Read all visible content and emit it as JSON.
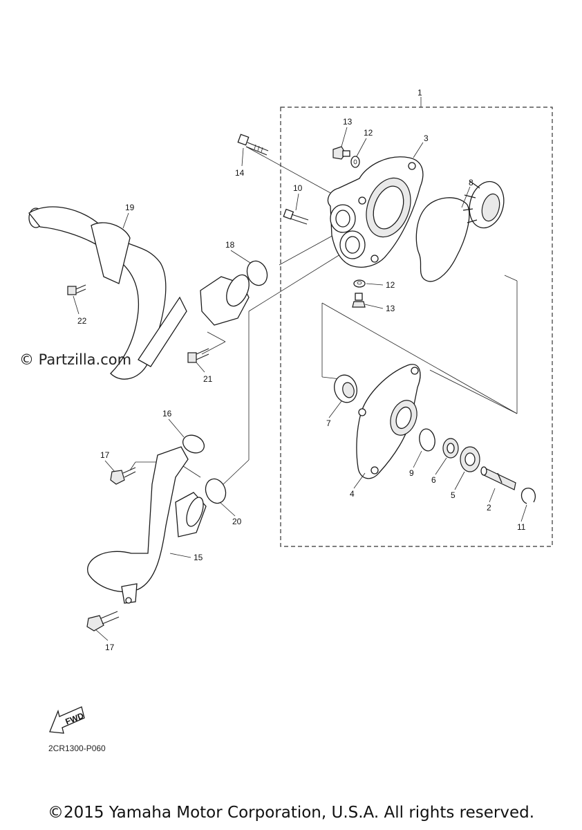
{
  "watermark": "© Partzilla.com",
  "diagram_code": "2CR1300-P060",
  "fwd_label": "FWD",
  "copyright": "©2015 Yamaha Motor Corporation, U.S.A. All rights reserved.",
  "callouts": {
    "c1": "1",
    "c2": "2",
    "c3": "3",
    "c4": "4",
    "c5": "5",
    "c6": "6",
    "c7": "7",
    "c8": "8",
    "c9": "9",
    "c10": "10",
    "c11": "11",
    "c12a": "12",
    "c12b": "12",
    "c13a": "13",
    "c13b": "13",
    "c14": "14",
    "c15": "15",
    "c16": "16",
    "c17a": "17",
    "c17b": "17",
    "c18": "18",
    "c19": "19",
    "c20": "20",
    "c21": "21",
    "c22": "22"
  }
}
